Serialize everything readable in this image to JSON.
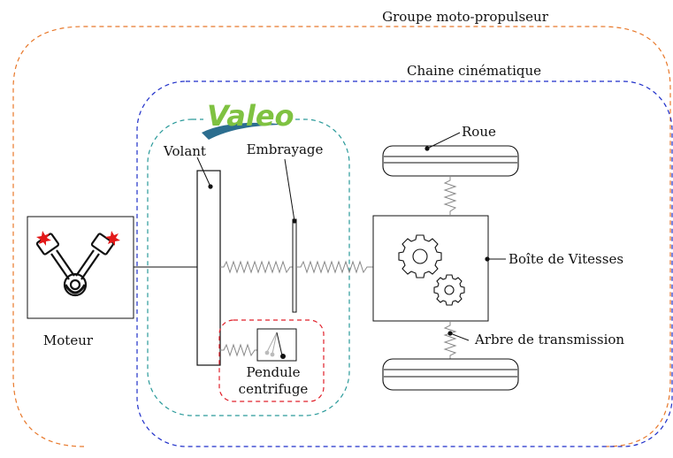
{
  "labels": {
    "groupe": "Groupe moto-propulseur",
    "chaine": "Chaine cinématique",
    "volant": "Volant",
    "embrayage": "Embrayage",
    "roue": "Roue",
    "boite": "Boîte de Vitesses",
    "arbre": "Arbre de transmission",
    "moteur": "Moteur",
    "pendule_line1": "Pendule",
    "pendule_line2": "centrifuge"
  },
  "logo": {
    "text": "Valeo",
    "color": "#7fc241",
    "swoosh_color": "#2c6e8f"
  },
  "colors": {
    "groupe_border": "#e8782a",
    "chaine_border": "#1f2fc9",
    "valeo_border": "#2a9a9a",
    "pendule_border": "#e0202a",
    "spark": "#e31919",
    "spring": "#888888"
  },
  "icons": [
    "engine-pistons-icon",
    "gear-icon",
    "spark-icon",
    "pendulum-icon"
  ]
}
